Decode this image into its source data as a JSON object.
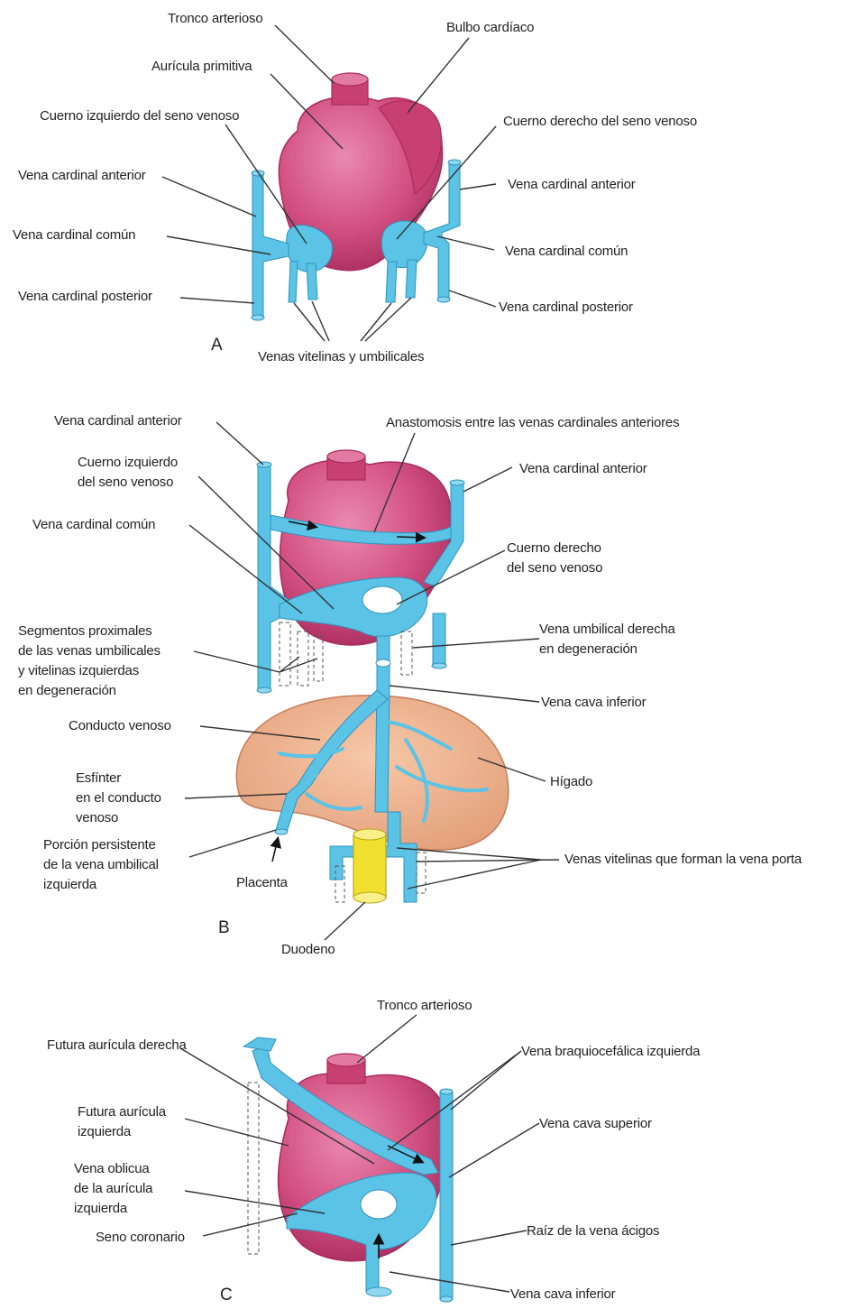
{
  "colors": {
    "heart": "#d24f80",
    "heart_dark": "#b23466",
    "vein": "#5bc3e6",
    "vein_dark": "#2f93bd",
    "liver": "#f0b28e",
    "liver_dark": "#d58d66",
    "duodenum": "#f2e030",
    "leader": "#333333"
  },
  "panels": {
    "a": {
      "letter": "A",
      "labels": {
        "tronco": "Tronco arterioso",
        "bulbo": "Bulbo cardíaco",
        "auricula": "Aurícula primitiva",
        "cuerno_izq": "Cuerno izquierdo del seno venoso",
        "cuerno_der": "Cuerno derecho del seno venoso",
        "vca_izq": "Vena cardinal anterior",
        "vca_der": "Vena cardinal anterior",
        "vcc_izq": "Vena cardinal común",
        "vcc_der": "Vena cardinal común",
        "vcp_izq": "Vena cardinal posterior",
        "vcp_der": "Vena cardinal posterior",
        "vitelinas": "Venas vitelinas y umbilicales"
      }
    },
    "b": {
      "letter": "B",
      "labels": {
        "vca_izq": "Vena cardinal anterior",
        "anastomosis": "Anastomosis entre las venas cardinales anteriores",
        "cuerno_izq": [
          "Cuerno izquierdo",
          "del seno venoso"
        ],
        "vca_der": "Vena cardinal anterior",
        "vcc": "Vena cardinal común",
        "cuerno_der": [
          "Cuerno derecho",
          "del seno venoso"
        ],
        "segmentos": [
          "Segmentos proximales",
          "de las venas umbilicales",
          "y vitelinas izquierdas",
          "en degeneración"
        ],
        "umbilical_der": [
          "Vena umbilical derecha",
          "en degeneración"
        ],
        "cava_inf": "Vena cava inferior",
        "conducto": "Conducto venoso",
        "higado": "Hígado",
        "esfinter": [
          "Esfínter",
          "en el conducto",
          "venoso"
        ],
        "persistente": [
          "Porción persistente",
          "de la vena umbilical",
          "izquierda"
        ],
        "placenta": "Placenta",
        "porta": "Venas vitelinas que forman la vena porta",
        "duodeno": "Duodeno"
      }
    },
    "c": {
      "letter": "C",
      "labels": {
        "tronco": "Tronco arterioso",
        "futura_der": "Futura aurícula derecha",
        "braquio": "Vena braquiocefálica izquierda",
        "futura_izq": [
          "Futura aurícula",
          "izquierda"
        ],
        "cava_sup": "Vena cava superior",
        "oblicua": [
          "Vena oblicua",
          "de la aurícula",
          "izquierda"
        ],
        "coronario": "Seno coronario",
        "acigos": "Raíz de la vena ácigos",
        "cava_inf": "Vena cava inferior"
      }
    }
  }
}
